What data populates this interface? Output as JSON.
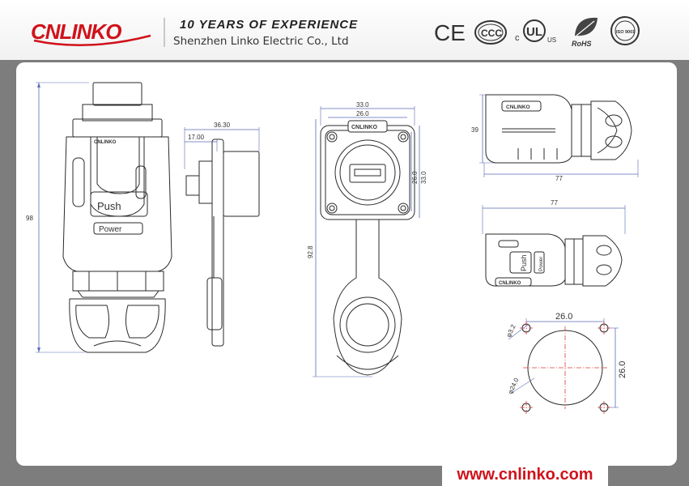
{
  "header": {
    "logo_text": "CNLINKO",
    "tagline": "10 YEARS OF  EXPERIENCE",
    "company": "Shenzhen Linko Electric Co., Ltd",
    "certifications": [
      {
        "id": "ce",
        "label": "CE",
        "icon": "ce-mark-icon"
      },
      {
        "id": "ccc",
        "label": "CCC",
        "icon": "ccc-mark-icon"
      },
      {
        "id": "ul",
        "label": "UL",
        "prefix": "c",
        "suffix": "US",
        "icon": "ul-mark-icon"
      },
      {
        "id": "rohs",
        "label": "RoHS",
        "icon": "rohs-mark-icon"
      },
      {
        "id": "iso",
        "label": "ISO 9001",
        "icon": "iso-mark-icon"
      }
    ]
  },
  "drawings": {
    "connector_front": {
      "height": "98",
      "push_label": "Push",
      "power_label": "Power",
      "brand": "CNLINKO"
    },
    "side_profile": {
      "width_total": "36.30",
      "width_partial": "17.00"
    },
    "panel_socket": {
      "width_outer": "33.0",
      "width_inner": "26.0",
      "height_inner": "26.0",
      "height_outer": "33.0",
      "total_length": "92.8",
      "brand": "CNLINKO"
    },
    "plug_side_top": {
      "height": "39",
      "length": "77",
      "brand": "CNLINKO"
    },
    "plug_side_bottom": {
      "length": "77",
      "push_label": "Push",
      "power_label": "Power",
      "brand": "CNLINKO"
    },
    "panel_cutout": {
      "hole_spacing_x": "26.0",
      "hole_spacing_y": "26.0",
      "hole_diameter": "φ3.2",
      "cutout_diameter": "φ24.0"
    }
  },
  "footer": {
    "url": "www.cnlinko.com"
  },
  "colors": {
    "brand_red": "#d0121b",
    "dimension_blue": "#5a6ab5",
    "centerline_red": "#e03a3a",
    "background_gray": "#7d7d7d"
  }
}
